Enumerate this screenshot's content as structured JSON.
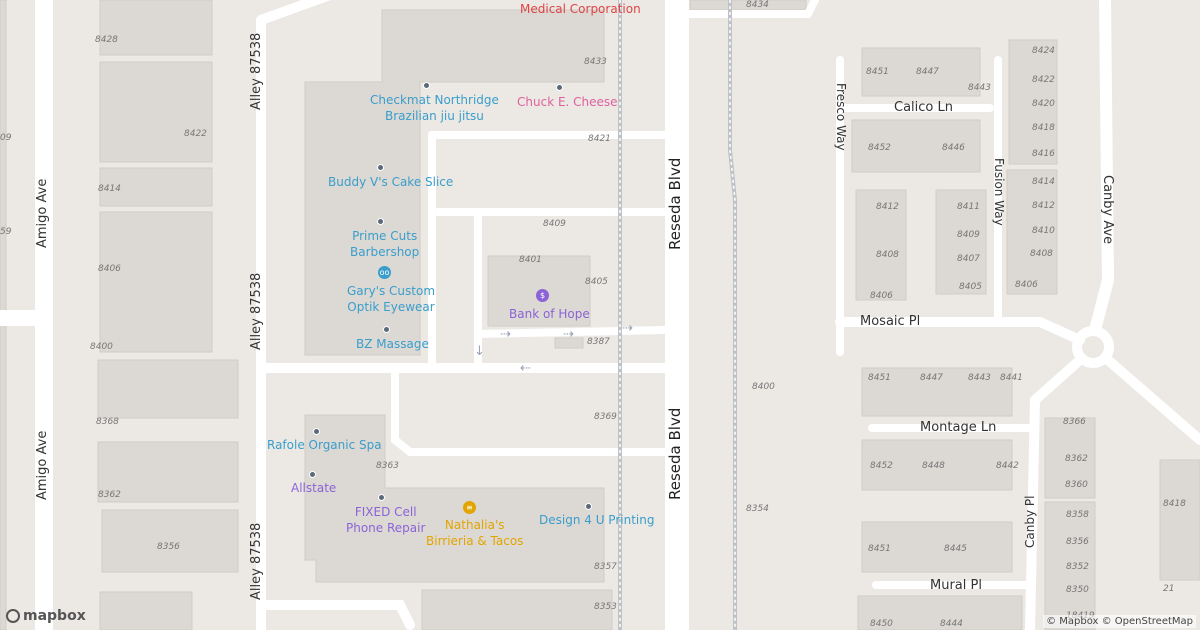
{
  "streets": {
    "amigo_ave_top": "Amigo Ave",
    "amigo_ave_bottom": "Amigo Ave",
    "alley_top": "Alley 87538",
    "alley_mid": "Alley 87538",
    "alley_bottom": "Alley 87538",
    "reseda_top": "Reseda Blvd",
    "reseda_bottom": "Reseda Blvd",
    "fresco_way": "Fresco Way",
    "calico_ln": "Calico Ln",
    "fusion_way": "Fusion Way",
    "canby_ave": "Canby Ave",
    "mosaic_pl": "Mosaic Pl",
    "montage_ln": "Montage Ln",
    "canby_pl": "Canby Pl",
    "mural_pl": "Mural Pl"
  },
  "pois": {
    "medical": "Medical Corporation",
    "checkmat": "Checkmat Northridge\nBrazilian jiu jitsu",
    "chuck": "Chuck E. Cheese",
    "buddy": "Buddy V's Cake Slice",
    "prime": "Prime Cuts\nBarbershop",
    "garys": "Gary's Custom\nOptik Eyewear",
    "bz": "BZ Massage",
    "bank": "Bank of Hope",
    "rafole": "Rafole Organic Spa",
    "allstate": "Allstate",
    "fixed": "FIXED Cell\nPhone Repair",
    "nathalia": "Nathalia's\nBirrieria & Tacos",
    "design": "Design 4 U Printing"
  },
  "house_numbers": [
    "8428",
    "8422",
    "8414",
    "8406",
    "8400",
    "8368",
    "8362",
    "8356",
    "8433",
    "8421",
    "8409",
    "8401",
    "8405",
    "8387",
    "8369",
    "8363",
    "8357",
    "8353",
    "8434",
    "8400",
    "8354",
    "8451",
    "8447",
    "8443",
    "8452",
    "8446",
    "8412",
    "8408",
    "8406",
    "8411",
    "8409",
    "8407",
    "8405",
    "8424",
    "8422",
    "8420",
    "8418",
    "8416",
    "8414",
    "8412",
    "8410",
    "8408",
    "8406",
    "8451",
    "8447",
    "8443",
    "8441",
    "8452",
    "8448",
    "8442",
    "8451",
    "8445",
    "8450",
    "8444",
    "8366",
    "8362",
    "8360",
    "8358",
    "8356",
    "8352",
    "8350",
    "18419",
    "8418",
    "21",
    "09",
    "59"
  ],
  "colors": {
    "poi_blue": "#3a9ecb",
    "poi_pink": "#e0609e",
    "poi_purple": "#8b63d6",
    "poi_orange": "#e2a500",
    "poi_red": "#d44",
    "map_bg": "#ece9e5",
    "building": "#dcd8d4",
    "road": "#ffffff"
  },
  "attribution": "© Mapbox © OpenStreetMap",
  "logo": "mapbox"
}
